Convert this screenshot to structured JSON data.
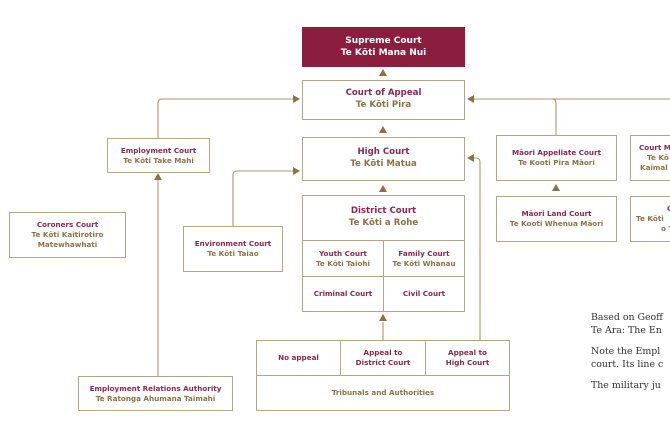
{
  "colors": {
    "maroon": "#8b1e3f",
    "line": "#8c7148",
    "border": "#b5a589",
    "english_text": "#8a2850",
    "maori_text": "#8c7148"
  },
  "courts": {
    "supreme": {
      "en": "Supreme Court",
      "mi": "Te Kōti Mana Nui"
    },
    "appeal": {
      "en": "Court of Appeal",
      "mi": "Te Kōti Pira"
    },
    "high": {
      "en": "High Court",
      "mi": "Te Kōti Matua"
    },
    "district": {
      "en": "District Court",
      "mi": "Te Kōti a Rohe"
    },
    "youth": {
      "en": "Youth Court",
      "mi": "Te Kōti Taiohi"
    },
    "family": {
      "en": "Family Court",
      "mi": "Te Kōti Whanau"
    },
    "criminal": {
      "en": "Criminal Court"
    },
    "civil": {
      "en": "Civil Court"
    },
    "employment": {
      "en": "Employment Court",
      "mi": "Te Kōti Take Mahi"
    },
    "coroners": {
      "en": "Coroners Court",
      "mi": "Te Kōti Kaitirotiro Matewhawhati"
    },
    "environment": {
      "en": "Environment Court",
      "mi": "Te Kōti Taiao"
    },
    "era": {
      "en": "Employment Relations Authority",
      "mi": "Te Ratonga Ahumana Taimahi"
    },
    "maori_appellate": {
      "en": "Māori Appellate Court",
      "mi": "Te Kooti Pira Māori"
    },
    "maori_land": {
      "en": "Māori Land Court",
      "mi": "Te Kooti Whenua Māori"
    },
    "court_martial": {
      "en": "Court Ma",
      "mi_1": "Te Kō",
      "mi_2": "Kaimal"
    },
    "cut_box": {
      "en": "C",
      "mi_1": "Te Kōti",
      "mi_2": "o T"
    }
  },
  "tribunals": {
    "no_appeal": "No appeal",
    "appeal_district": [
      "Appeal to",
      "District Court"
    ],
    "appeal_high": [
      "Appeal to",
      "High Court"
    ],
    "label": "Tribunals and Authorities"
  },
  "notes": [
    "Based on Geoff",
    "Te Ara: The En",
    "Note the Empl",
    "court. Its line c",
    "The military ju"
  ]
}
